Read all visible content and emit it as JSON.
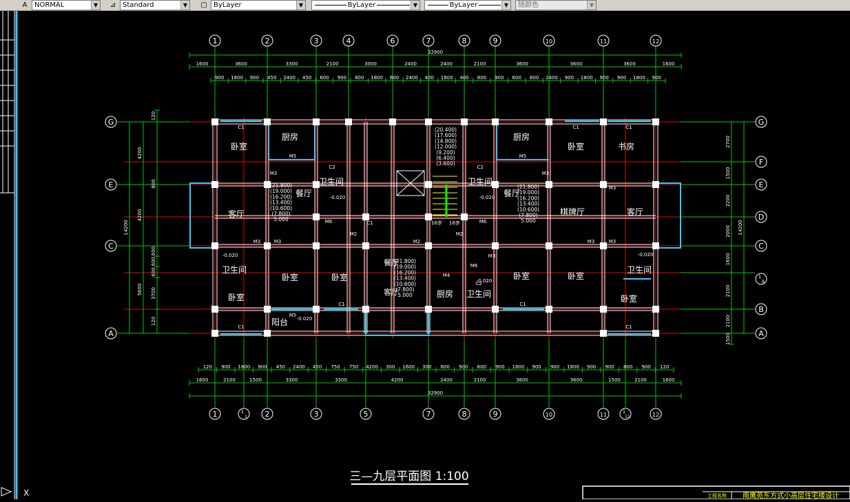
{
  "toolbar": {
    "text_style": "NORMAL",
    "dim_style": "Standard",
    "layer_dropdown": "ByLayer",
    "linetype_dropdown": "ByLayer",
    "lineweight_dropdown": "ByLayer",
    "color_dropdown": "随颜色"
  },
  "grid": {
    "top_axes": [
      "1",
      "2",
      "3",
      "4",
      "6",
      "7",
      "8",
      "9",
      "10",
      "11",
      "12"
    ],
    "bottom_axes": [
      "1",
      "1/1",
      "2",
      "3",
      "5",
      "7",
      "8",
      "9",
      "10",
      "11",
      "1/11",
      "12"
    ],
    "left_axes": [
      "G",
      "E",
      "C",
      "A"
    ],
    "right_axes": [
      "G",
      "F",
      "E",
      "D",
      "C",
      "1/B",
      "B",
      "A"
    ]
  },
  "dims": {
    "total_top": "32900",
    "top_row1": [
      "1600",
      "3600",
      "3300",
      "2100",
      "3000",
      "2400",
      "2400",
      "2100",
      "3600",
      "3600",
      "3600",
      "1600"
    ],
    "top_row2": [
      "900",
      "1800",
      "900",
      "450",
      "2400",
      "450",
      "600",
      "900",
      "800",
      "1800",
      "600",
      "2400",
      "400",
      "1800",
      "400",
      "800",
      "900",
      "600",
      "800",
      "2400",
      "900",
      "1800",
      "900",
      "900",
      "1800",
      "900"
    ],
    "total_bottom": "32900",
    "bottom_row1": [
      "120",
      "900",
      "1800",
      "900",
      "450",
      "2400",
      "450",
      "750",
      "750",
      "4200",
      "300",
      "1600",
      "300",
      "600",
      "900",
      "600",
      "900",
      "1800",
      "900",
      "900",
      "1800",
      "900",
      "900",
      "800",
      "900",
      "120"
    ],
    "bottom_row2": [
      "1600",
      "2100",
      "1500",
      "3300",
      "3300",
      "4200",
      "2400",
      "2100",
      "3600",
      "3600",
      "1500",
      "2100",
      "1600"
    ],
    "left_outer": "14200",
    "left_mid": [
      "4200",
      "4200",
      "5600"
    ],
    "left_inner": [
      "120",
      "800",
      "600",
      "600",
      "600",
      "3700",
      "120"
    ],
    "right_outer": "14200",
    "right_inner": [
      "2700",
      "1500",
      "2200",
      "2000",
      "1600",
      "2100",
      "2100",
      "1500"
    ]
  },
  "rooms": {
    "bedroom": "卧室",
    "kitchen": "厨房",
    "bathroom": "卫生间",
    "dining": "餐厅",
    "living": "客厅",
    "balcony": "阳台",
    "study": "书房",
    "chess_room": "棋牌厅",
    "dining_living": "餐厅\n客厅"
  },
  "tags": {
    "window_c1": "C1",
    "window_c2": "C2",
    "door_m2": "M2",
    "door_m3": "M3",
    "door_m4": "M4",
    "door_m5": "M5",
    "door_m6": "M6",
    "elev_neg": "-0.020",
    "stair_dn": "16步",
    "stair_up": "16步"
  },
  "elevations": {
    "left": [
      "(21.800)",
      "(19.000)",
      "(16.200)",
      "(13.400)",
      "(10.600)",
      "(7.800)",
      "5.000"
    ],
    "stair": [
      "(20.400)",
      "(17.600)",
      "(14.800)",
      "(12.000)",
      "(9.200)",
      "(6.400)",
      "(3.600)"
    ],
    "center": [
      "(21.800)",
      "(19.000)",
      "(16.200)",
      "(13.400)",
      "(10.600)",
      "(7.800)",
      "5.000"
    ],
    "right": [
      "(21.800)",
      "(19.000)",
      "(16.200)",
      "(13.400)",
      "(10.600)",
      "(7.800)",
      "5.000"
    ]
  },
  "title": "三—九层平面图  1:100",
  "title_block": {
    "label": "工程名称",
    "project": "南鹰苑东方式小高层住宅楼设计"
  },
  "ucs_icon": "X"
}
